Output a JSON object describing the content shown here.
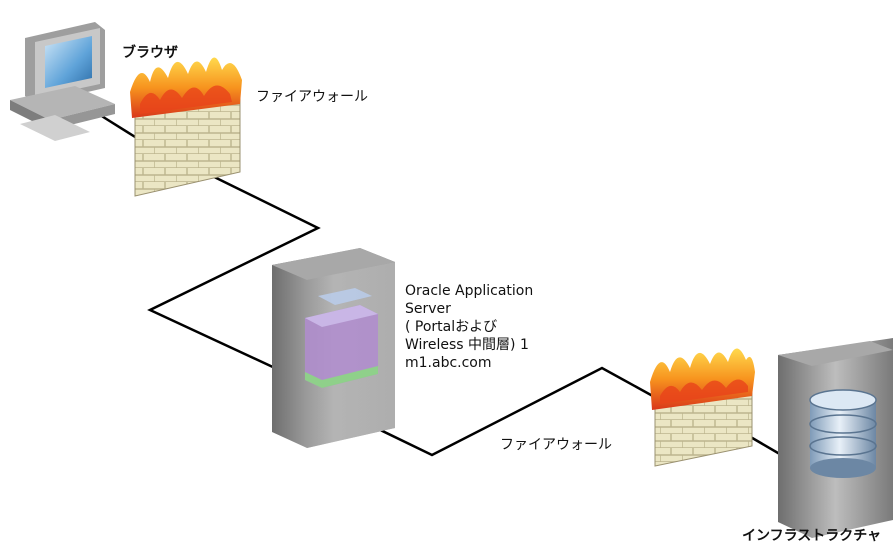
{
  "labels": {
    "browser": "ブラウザ",
    "firewall_top": "ファイアウォール",
    "app_server_lines": [
      "Oracle Application",
      "Server",
      "( Portalおよび",
      "Wireless 中間層) 1",
      "m1.abc.com"
    ],
    "firewall_bottom": "ファイアウォール",
    "infrastructure": "インフラストラクチャ"
  },
  "icons": {
    "browser": "desktop-computer-icon",
    "firewall_top": "firewall-icon",
    "app_server": "server-tower-icon",
    "firewall_bottom": "firewall-icon",
    "infrastructure": "database-server-icon"
  },
  "colors": {
    "line": "#000000",
    "fire_red": "#e8431a",
    "fire_orange": "#f7931e",
    "brick": "#e6e0b8",
    "server_gray": "#8a8a8a",
    "screen_blue": "#5fa3d9",
    "module_purple": "#b08ccf",
    "module_green": "#8fd08a"
  }
}
